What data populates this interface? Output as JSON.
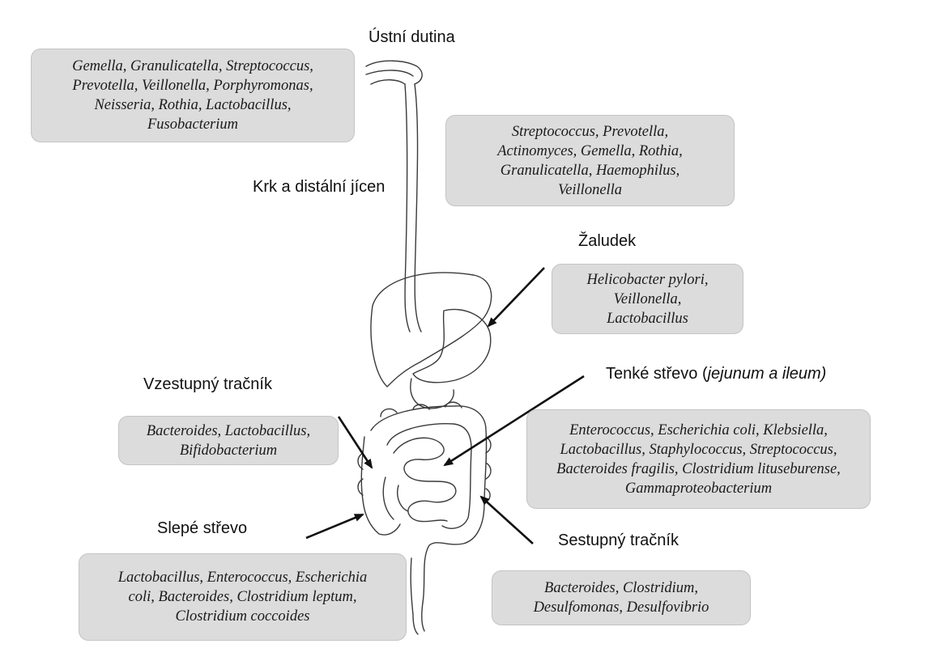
{
  "regions": [
    {
      "id": "oral",
      "label": "Ústní dutina",
      "lines": [
        "Gemella, Granulicatella, Streptococcus,",
        "Prevotella, Veillonella, Porphyromonas,",
        "Neisseria, Rothia, Lactobacillus,",
        "Fusobacterium"
      ]
    },
    {
      "id": "esophagus",
      "label": "Krk a distální jícen",
      "lines": [
        "Streptococcus, Prevotella,",
        "Actinomyces, Gemella, Rothia,",
        "Granulicatella, Haemophilus,",
        "Veillonella"
      ]
    },
    {
      "id": "stomach",
      "label": "Žaludek",
      "lines": [
        "Helicobacter pylori,",
        "Veillonella,",
        "Lactobacillus"
      ]
    },
    {
      "id": "small-intestine",
      "label": "Tenké střevo (",
      "label_italic": "jejunum a ileum)",
      "lines": [
        "Enterococcus, Escherichia coli, Klebsiella,",
        "Lactobacillus, Staphylococcus, Streptococcus,",
        "Bacteroides fragilis, Clostridium lituseburense,",
        "Gammaproteobacterium"
      ]
    },
    {
      "id": "ascending-colon",
      "label": "Vzestupný tračník",
      "lines": [
        "Bacteroides, Lactobacillus,",
        "Bifidobacterium"
      ]
    },
    {
      "id": "cecum",
      "label": "Slepé střevo",
      "lines": [
        "Lactobacillus, Enterococcus, Escherichia",
        "coli, Bacteroides, Clostridium leptum,",
        "Clostridium coccoides"
      ]
    },
    {
      "id": "descending-colon",
      "label": "Sestupný tračník",
      "lines": [
        "Bacteroides, Clostridium,",
        "Desulfomonas, Desulfovibrio"
      ]
    }
  ]
}
